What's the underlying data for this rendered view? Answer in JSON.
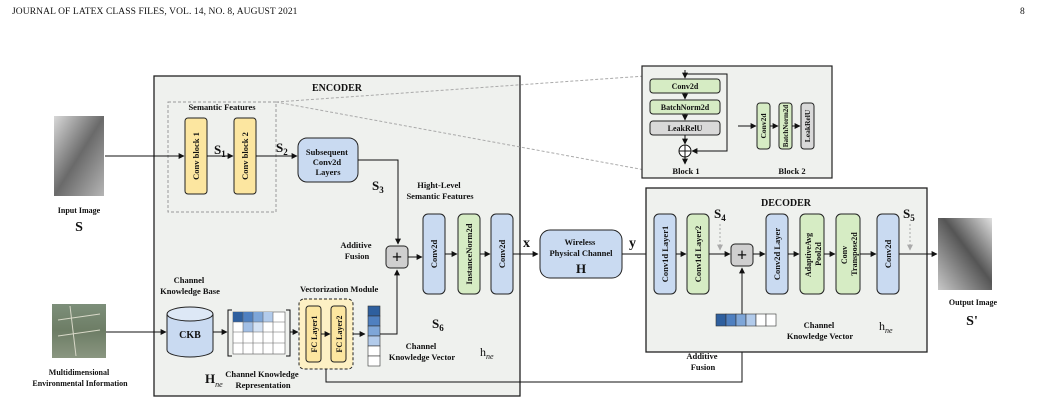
{
  "header": {
    "left": "JOURNAL OF LATEX CLASS FILES, VOL. 14, NO. 8, AUGUST 2021",
    "page": "8"
  },
  "figure": {
    "encoder_title": "ENCODER",
    "decoder_title": "DECODER",
    "semantic_features": "Semantic Features",
    "conv_block1": "Conv block 1",
    "conv_block2": "Conv block 2",
    "s1": "S1",
    "s2": "S2",
    "s3": "S3",
    "s4": "S4",
    "s5": "S5",
    "s6": "S6",
    "subsequent": [
      "Subsequent",
      "Conv2d",
      "Layers"
    ],
    "high_level": [
      "Hight-Level",
      "Semantic Features"
    ],
    "additive_fusion": [
      "Additive",
      "Fusion"
    ],
    "plus": "+",
    "enc_conv1": "Conv2d",
    "enc_instnorm": "InstanceNorm2d",
    "enc_conv2": "Conv2d",
    "x": "x",
    "y": "y",
    "wireless": [
      "Wireless",
      "Physical Channel",
      "H"
    ],
    "input_label": [
      "Input Image",
      "S"
    ],
    "output_label": [
      "Output Image",
      "S'"
    ],
    "multi_env": [
      "Multidimensional",
      "Environmental Information"
    ],
    "ckb_base": [
      "Channel",
      "Knowledge Base"
    ],
    "ckb": "CKB",
    "vectorization": "Vectorization Module",
    "fc1": "FC Layer1",
    "fc2": "FC Layer2",
    "hne_sym": "H",
    "hne_sub": "ne",
    "ck_rep": [
      "Channel Knowledge",
      "Representation"
    ],
    "ck_vector": [
      "Channel",
      "Knowledge Vector"
    ],
    "h_small": "h",
    "dec_conv1d1": "Conv1d Layer1",
    "dec_conv1d2": "Conv1d Layer2",
    "dec_conv2d": "Conv2d Layer",
    "dec_pool": [
      "AdaptiveAvg",
      "Pool2d"
    ],
    "dec_convT": [
      "Conv",
      "Transpose2d"
    ],
    "dec_conv2d_out": "Conv2d",
    "dec_ck_vector": [
      "Channel",
      "Knowledge Vector"
    ],
    "additive_fusion2": [
      "Additive",
      "Fusion"
    ],
    "inset_conv": "Conv2d",
    "inset_bn": "BatchNorm2d",
    "inset_relu": "LeakRelU",
    "block1": "Block 1",
    "block2": "Block 2",
    "b2_conv": "Conv2d",
    "b2_bn": "BatchNorm2d",
    "b2_relu": "LeakRelU"
  },
  "colors": {
    "yellow": "#fce6a0",
    "blue": "#c9daf1",
    "green": "#d6ecc4",
    "gray": "#d9d9d9",
    "panel": "#eff1ee",
    "matrix": "#3d6fb0"
  }
}
